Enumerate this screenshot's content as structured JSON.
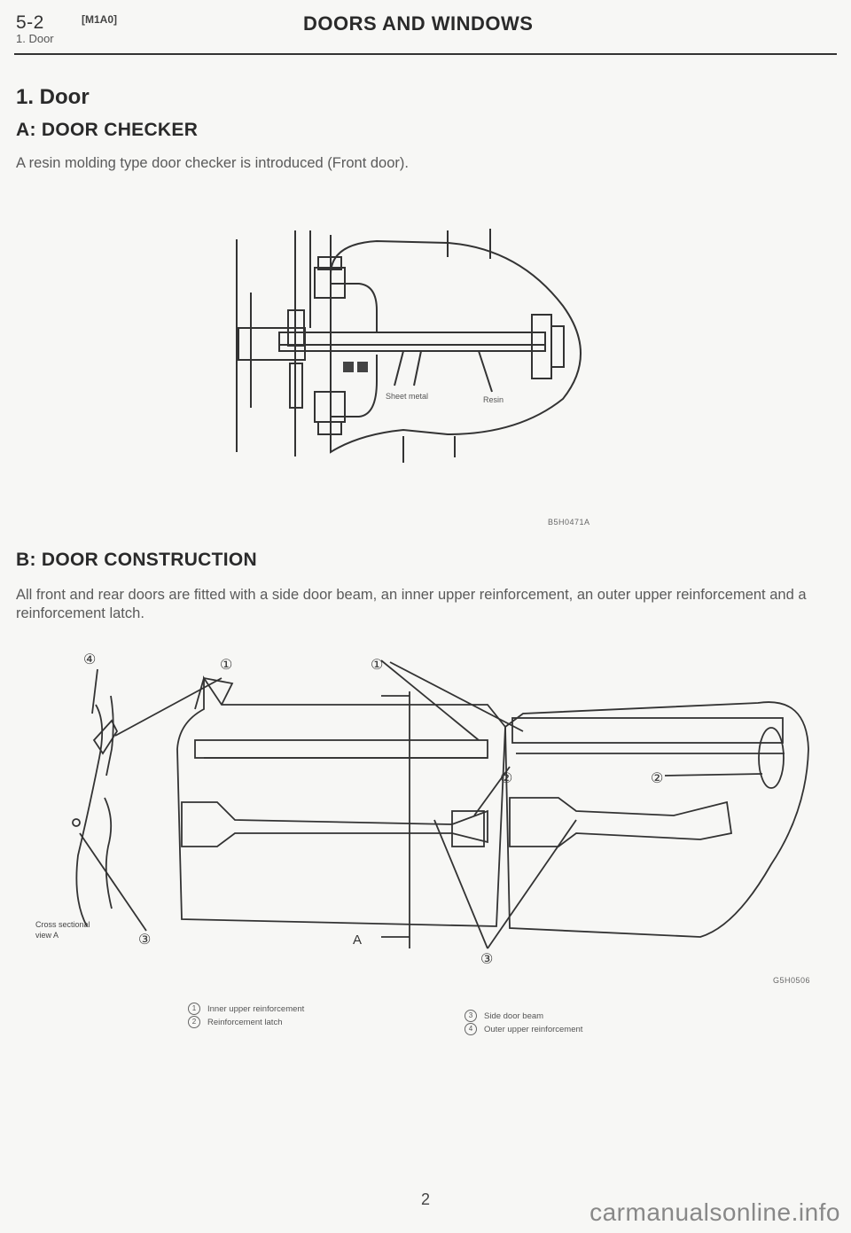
{
  "header": {
    "page_number": "5-2",
    "section_code": "[M1A0]",
    "chapter_title": "DOORS AND WINDOWS",
    "sub_title": "1. Door"
  },
  "section": {
    "title": "1. Door"
  },
  "subsection_a": {
    "title": "A: DOOR CHECKER",
    "body": "A resin molding type door checker is introduced (Front door).",
    "figure": {
      "labels": {
        "sheet_metal": "Sheet metal",
        "resin": "Resin"
      },
      "code": "B5H0471A"
    }
  },
  "subsection_b": {
    "title": "B: DOOR CONSTRUCTION",
    "body": "All front and rear doors are fitted with a side door beam, an inner upper reinforcement, an outer upper reinforcement and a reinforcement latch.",
    "figure": {
      "cross_section_label_1": "Cross sectional",
      "cross_section_label_2": "view A",
      "view_label": "A",
      "callouts": [
        "①",
        "②",
        "③",
        "④"
      ],
      "code": "G5H0506"
    },
    "legend": [
      {
        "num": "1",
        "label": "Inner upper reinforcement"
      },
      {
        "num": "2",
        "label": "Reinforcement latch"
      },
      {
        "num": "3",
        "label": "Side door beam"
      },
      {
        "num": "4",
        "label": "Outer upper reinforcement"
      }
    ]
  },
  "footer": {
    "page": "2",
    "watermark": "carmanualsonline.info"
  }
}
